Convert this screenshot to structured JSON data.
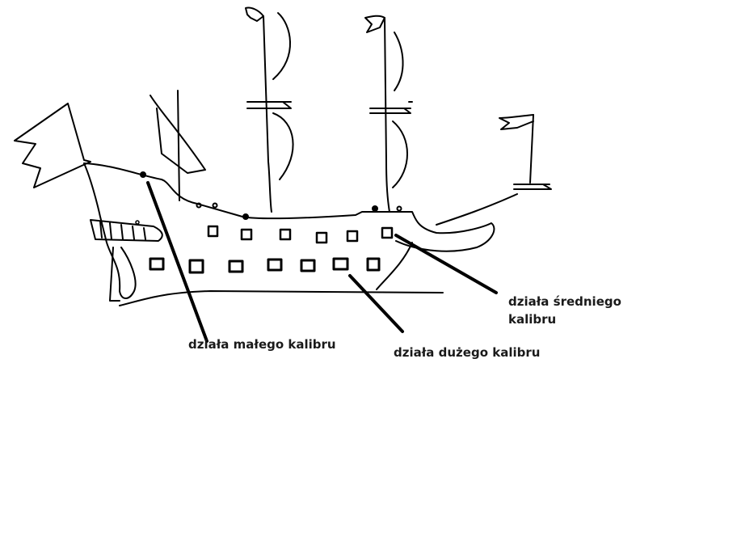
{
  "labels": {
    "small_cannons": "działa małego kalibru",
    "large_cannons": "działa dużego kalibru",
    "medium_cannons_line1": "działa średniego",
    "medium_cannons_line2": "kalibru"
  },
  "colors": {
    "ink": "#000000",
    "background": "#ffffff"
  }
}
